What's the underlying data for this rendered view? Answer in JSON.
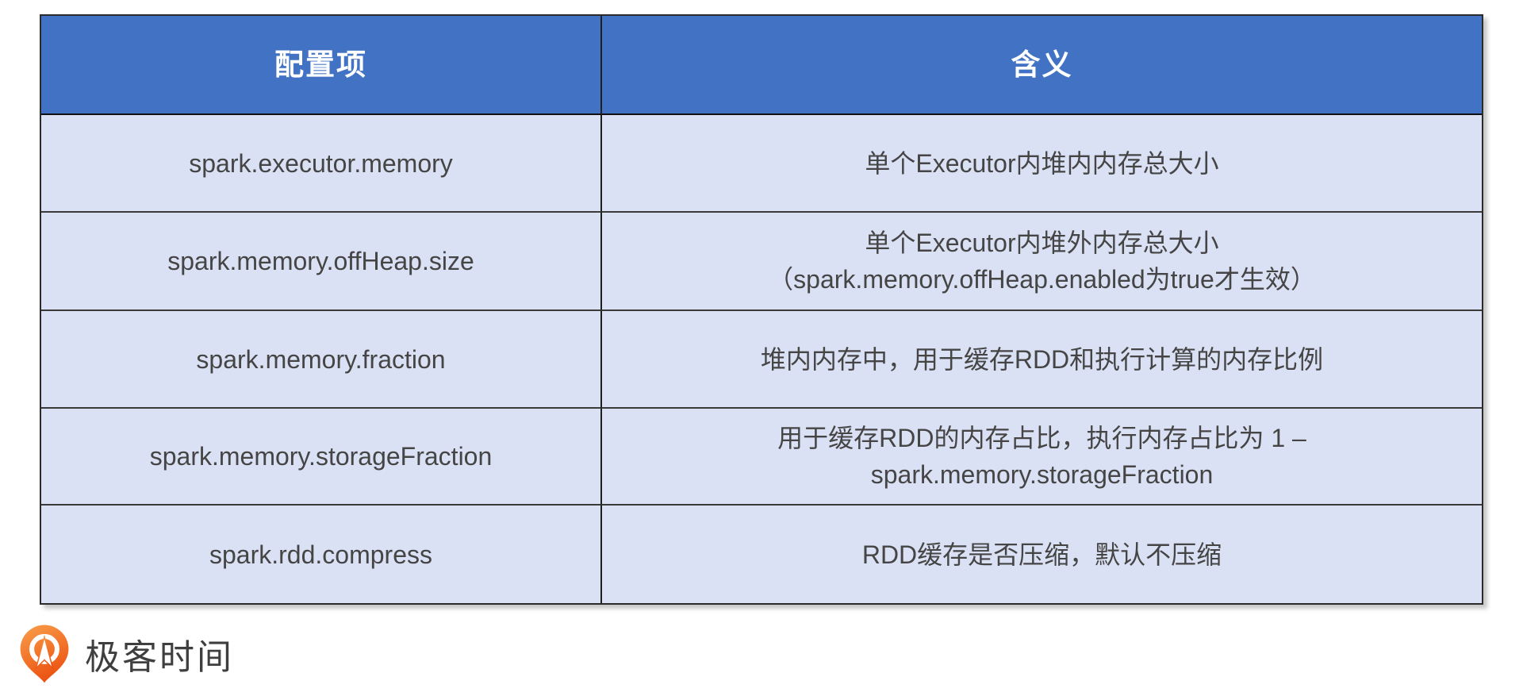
{
  "table": {
    "header": {
      "col1": "配置项",
      "col2": "含义"
    },
    "rows": [
      {
        "config": "spark.executor.memory",
        "meaning_line1": "单个Executor内堆内内存总大小",
        "meaning_line2": ""
      },
      {
        "config": "spark.memory.offHeap.size",
        "meaning_line1": "单个Executor内堆外内存总大小",
        "meaning_line2": "（spark.memory.offHeap.enabled为true才生效）"
      },
      {
        "config": "spark.memory.fraction",
        "meaning_line1": "堆内内存中，用于缓存RDD和执行计算的内存比例",
        "meaning_line2": ""
      },
      {
        "config": "spark.memory.storageFraction",
        "meaning_line1": "用于缓存RDD的内存占比，执行内存占比为 1 –",
        "meaning_line2": "spark.memory.storageFraction"
      },
      {
        "config": "spark.rdd.compress",
        "meaning_line1": "RDD缓存是否压缩，默认不压缩",
        "meaning_line2": ""
      }
    ],
    "colors": {
      "header_bg": "#4272c4",
      "header_text": "#ffffff",
      "row_bg": "#dbe1f4",
      "body_text": "#454545",
      "border": "#2b2b2b"
    }
  },
  "footer": {
    "logo_text": "极客时间",
    "logo_icon": "geektime-pin-icon",
    "logo_orange_top": "#f9a04c",
    "logo_orange_bottom": "#ec5312"
  }
}
